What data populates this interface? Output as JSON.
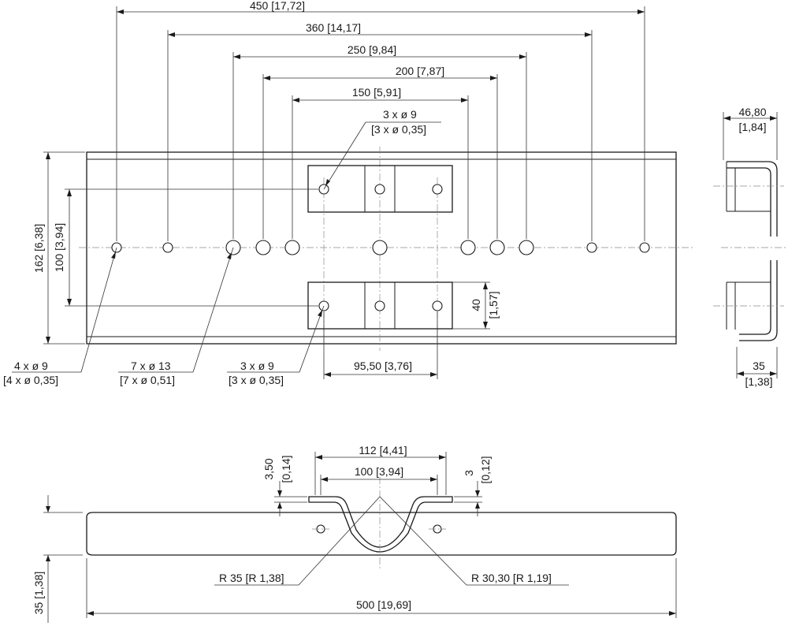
{
  "dimensions": {
    "d450": "450 [17,72]",
    "d360": "360 [14,17]",
    "d250": "250 [9,84]",
    "d200": "200 [7,87]",
    "d150": "150 [5,91]",
    "top_holes_a": "3 x  ø 9",
    "top_holes_b": "[3 x  ø 0,35]",
    "d162": "162 [6,38]",
    "d100_v": "100 [3,94]",
    "d40_a": "40",
    "d40_b": "[1,57]",
    "holes4_a": "4 x  ø 9",
    "holes4_b": "[4 x  ø 0,35]",
    "holes7_a": "7 x  ø 13",
    "holes7_b": "[7 x  ø 0,51]",
    "bottom_holes_a": "3 x  ø 9",
    "bottom_holes_b": "[3 x  ø 0,35]",
    "d95": "95,50 [3,76]",
    "side_width_a": "46,80",
    "side_width_b": "[1,84]",
    "side_depth_a": "35",
    "side_depth_b": "[1,38]",
    "d112": "112 [4,41]",
    "d100_h": "100 [3,94]",
    "d350_a": "3,50",
    "d350_b": "[0,14]",
    "d3_a": "3",
    "d3_b": "[0,12]",
    "r35": "R 35 [R 1,38]",
    "r3030": "R 30,30 [R 1,19]",
    "d35_v": "35 [1,38]",
    "d500": "500 [19,69]"
  }
}
